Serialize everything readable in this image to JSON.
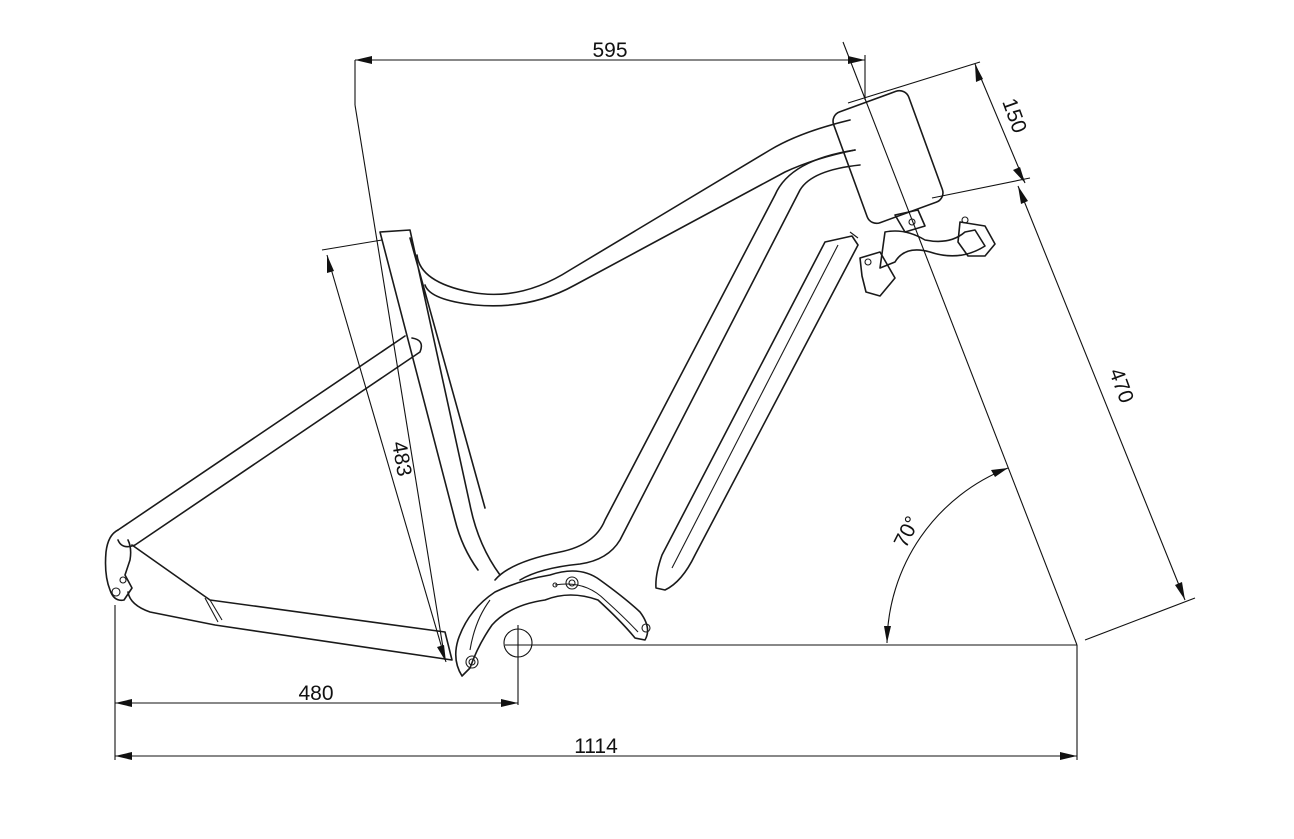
{
  "dimensions": {
    "reach": "595",
    "head_tube": "150",
    "stack_diag": "470",
    "seat_tube": "483",
    "chainstay": "480",
    "wheelbase": "1114",
    "head_angle": "70°"
  }
}
